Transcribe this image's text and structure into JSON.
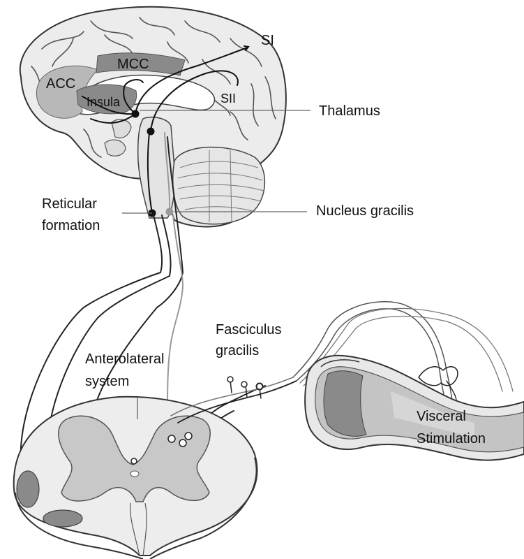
{
  "labels": {
    "si": "SI",
    "sii": "SII",
    "mcc": "MCC",
    "acc": "ACC",
    "insula": "Insula",
    "thalamus": "Thalamus",
    "reticular_formation": [
      "Reticular",
      "formation"
    ],
    "nucleus_gracilis": "Nucleus gracilis",
    "fasciculus_gracilis": [
      "Fasciculus",
      "gracilis"
    ],
    "anterolateral_system": [
      "Anterolateral",
      "system"
    ],
    "visceral_stimulation": [
      "Visceral",
      "Stimulation"
    ]
  },
  "colors": {
    "outline": "#333333",
    "brain_fill": "#ececec",
    "dark_region": "#8a8a8a",
    "mid_region": "#b8b8b8",
    "pathway_dark": "#111111",
    "pathway_light": "#9a9a9a"
  }
}
